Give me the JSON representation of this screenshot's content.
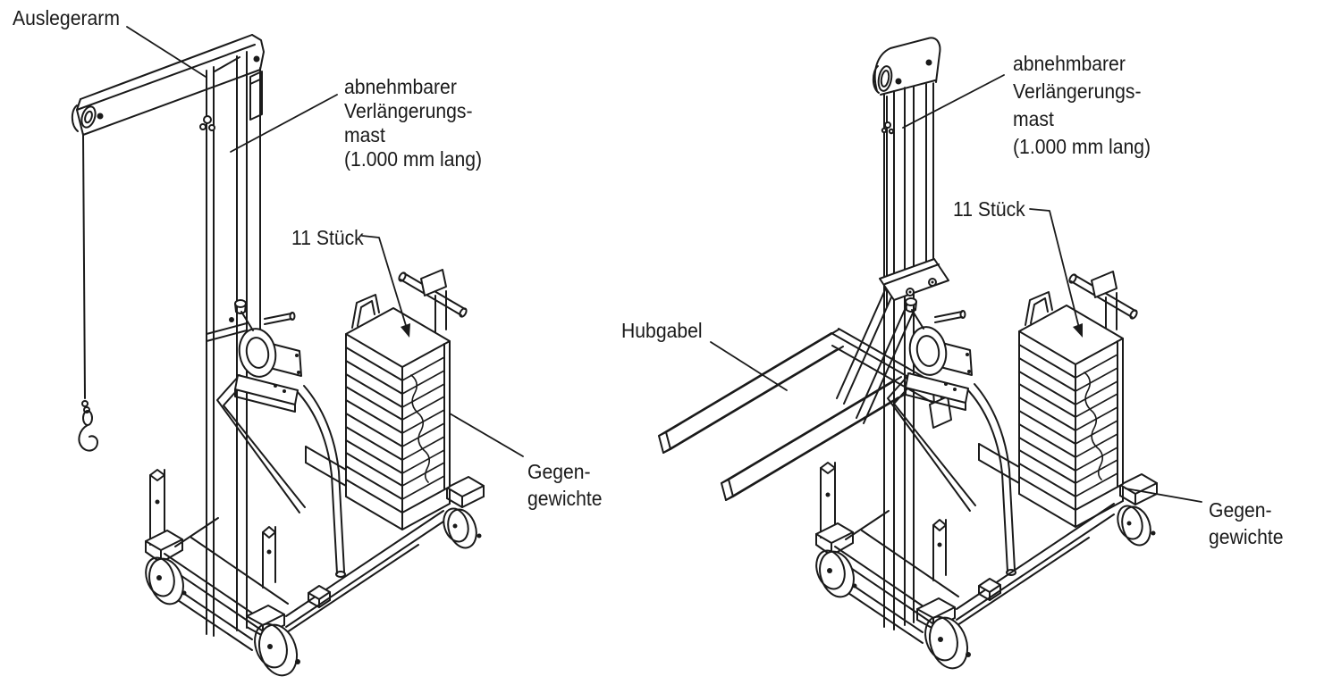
{
  "figure": {
    "type": "technical line illustration, two isometric views of a counterweight stacker crane",
    "colors": {
      "line": "#1a1a1a",
      "background": "#ffffff",
      "text": "#1a1a1a"
    }
  },
  "left_view": {
    "labels": {
      "auslegerarm": "Auslegerarm",
      "extension_mast": [
        "abnehmbarer",
        "Verlängerungs-",
        "mast",
        "(1.000 mm lang)"
      ],
      "count": "11 Stück",
      "counterweights": [
        "Gegen-",
        "gewichte"
      ]
    }
  },
  "right_view": {
    "labels": {
      "extension_mast": [
        "abnehmbarer",
        "Verlängerungs-",
        "mast",
        "(1.000 mm lang)"
      ],
      "count": "11 Stück",
      "hubgabel": "Hubgabel",
      "counterweights": [
        "Gegen-",
        "gewichte"
      ]
    }
  }
}
